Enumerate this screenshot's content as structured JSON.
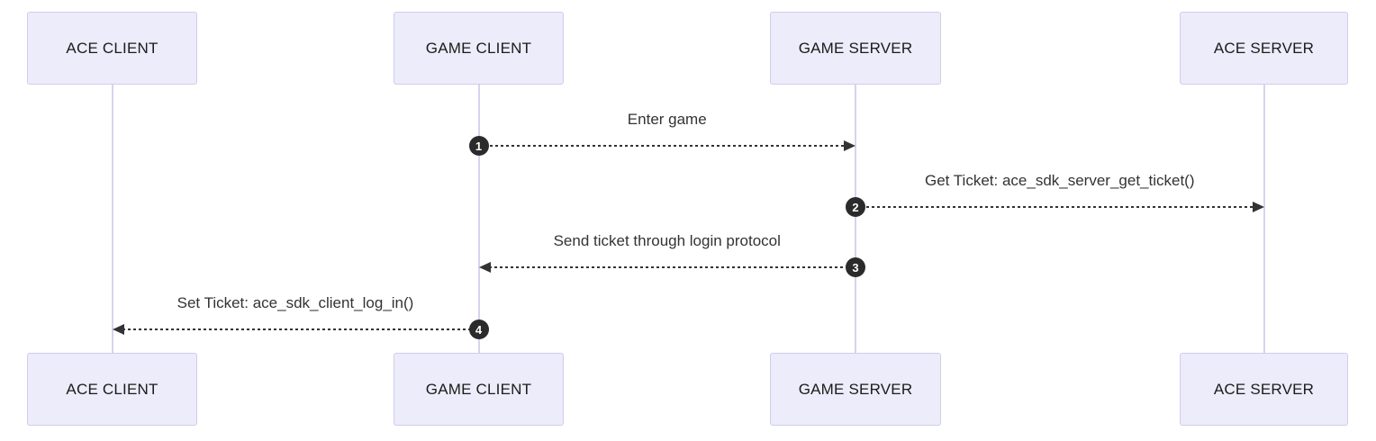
{
  "diagram": {
    "type": "sequence",
    "actors": [
      {
        "id": "ace-client",
        "label": "ACE CLIENT"
      },
      {
        "id": "game-client",
        "label": "GAME CLIENT"
      },
      {
        "id": "game-server",
        "label": "GAME SERVER"
      },
      {
        "id": "ace-server",
        "label": "ACE SERVER"
      }
    ],
    "messages": [
      {
        "number": "1",
        "from": "game-client",
        "to": "game-server",
        "label": "Enter game",
        "line_style": "dashed"
      },
      {
        "number": "2",
        "from": "game-server",
        "to": "ace-server",
        "label": "Get Ticket: ace_sdk_server_get_ticket()",
        "line_style": "dashed"
      },
      {
        "number": "3",
        "from": "game-server",
        "to": "game-client",
        "label": "Send ticket through login protocol",
        "line_style": "dashed"
      },
      {
        "number": "4",
        "from": "game-client",
        "to": "ace-client",
        "label": "Set Ticket: ace_sdk_client_log_in()",
        "line_style": "dashed"
      }
    ],
    "colors": {
      "background": "#FFFFFF",
      "actor_fill": "#ECECFA",
      "actor_border": "#D2CCEC",
      "lifeline": "#D9D2EE",
      "message_line": "#333333",
      "message_text": "#333333",
      "number_badge_bg": "#2B2B2B",
      "number_badge_text": "#FFFFFF"
    }
  }
}
